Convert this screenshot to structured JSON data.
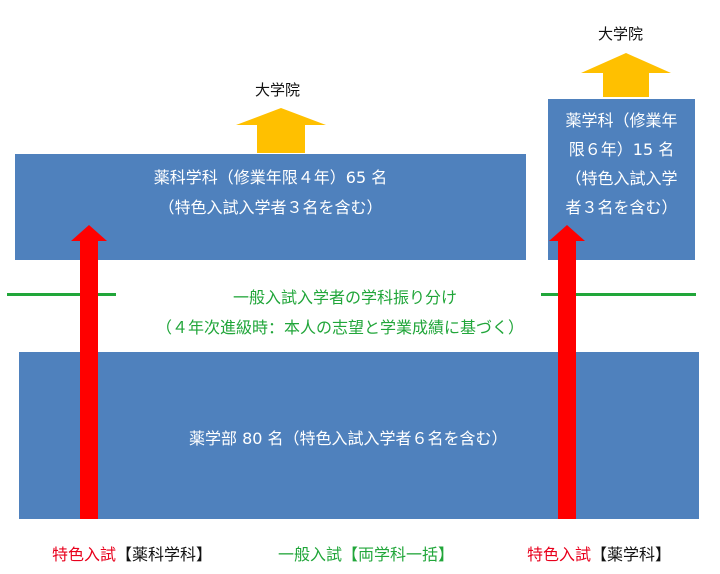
{
  "graduate_left": "大学院",
  "graduate_right": "大学院",
  "pharm_sci_box": {
    "line1": "薬科学科（修業年限４年）65 名",
    "line2": "（特色入試入学者３名を含む）"
  },
  "pharmacy_box": {
    "line1": "薬学科（修業年",
    "line2": "限６年）15 名",
    "line3": "（特色入試入学",
    "line4": "者３名を含む）"
  },
  "division_note": {
    "line1": "一般入試入学者の学科振り分け",
    "line2": "（４年次進級時：本人の志望と学業成績に基づく）"
  },
  "faculty_box": {
    "text": "薬学部 80 名（特色入試入学者６名を含む）"
  },
  "bottom_labels": {
    "left": {
      "type": "特色入試",
      "dept": "【薬科学科】"
    },
    "center": {
      "type": "一般入試",
      "dept": "【両学科一括】"
    },
    "right": {
      "type": "特色入試",
      "dept": "【薬学科】"
    }
  },
  "colors": {
    "box_blue": "#4f81bd",
    "arrow_orange": "#ffc000",
    "arrow_red": "#ff0000",
    "line_green": "#21a63a"
  }
}
